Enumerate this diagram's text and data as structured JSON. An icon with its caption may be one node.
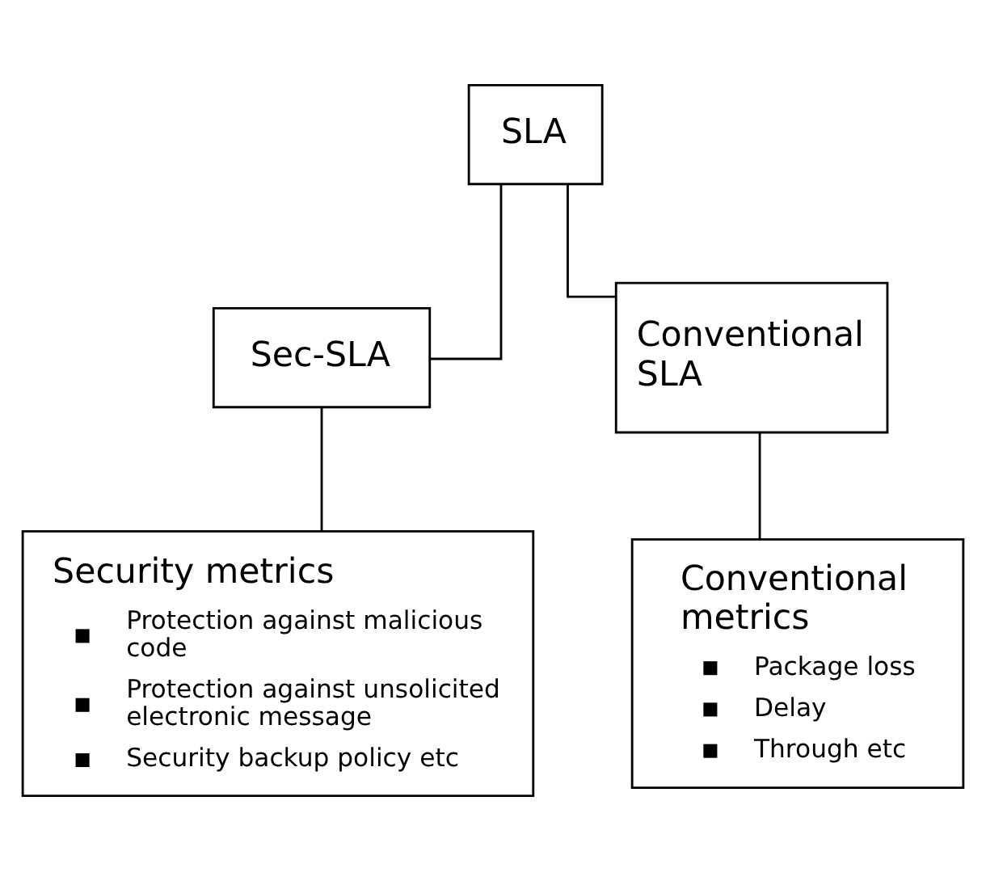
{
  "diagram": {
    "nodes": [
      {
        "text": [
          "SLA"
        ]
      },
      {
        "text": [
          "Sec-SLA"
        ]
      },
      {
        "text": [
          "Conventional SLA"
        ]
      },
      {
        "text": [
          "Security metrics",
          "Protection against malicious code",
          "Protection against unsolicited electronic message",
          "Security backup policy etc"
        ]
      },
      {
        "text": [
          "Conventional metrics",
          "Package loss",
          "Delay",
          "Through etc"
        ]
      }
    ],
    "edges": [
      {
        "from": 0,
        "to": 1,
        "arrow": "none"
      },
      {
        "from": 0,
        "to": 2,
        "arrow": "none"
      },
      {
        "from": 1,
        "to": 3,
        "arrow": "none"
      },
      {
        "from": 2,
        "to": 4,
        "arrow": "none"
      }
    ]
  }
}
